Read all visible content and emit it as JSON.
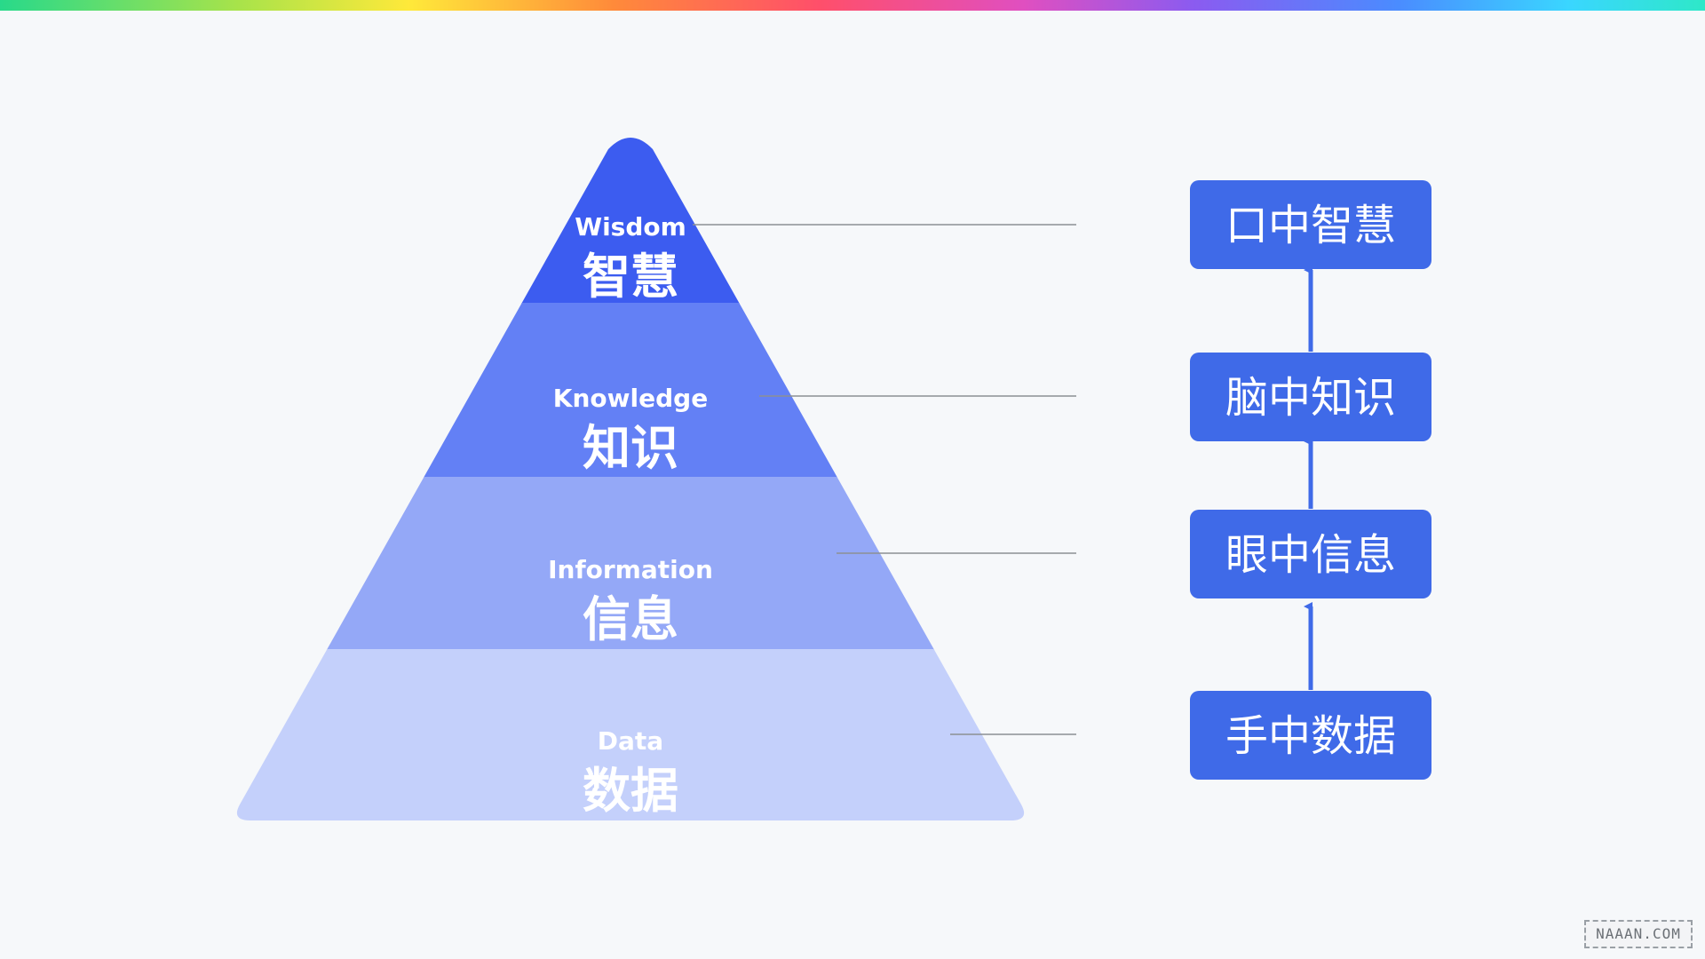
{
  "colors": {
    "background": "#f6f8fa",
    "layer_wisdom": "#3c5cf0",
    "layer_knowledge": "#6380f5",
    "layer_information": "#94a8f7",
    "layer_data": "#c4d0fb",
    "box": "#3f6ae8",
    "arrow": "#3f6ae8",
    "leader_line": "#8c8f93"
  },
  "pyramid": {
    "layers": [
      {
        "en": "Wisdom",
        "zh": "智慧"
      },
      {
        "en": "Knowledge",
        "zh": "知识"
      },
      {
        "en": "Information",
        "zh": "信息"
      },
      {
        "en": "Data",
        "zh": "数据"
      }
    ]
  },
  "ladder": {
    "boxes": [
      {
        "label": "口中智慧"
      },
      {
        "label": "脑中知识"
      },
      {
        "label": "眼中信息"
      },
      {
        "label": "手中数据"
      }
    ]
  },
  "watermark": {
    "text": "NAAAN.COM"
  }
}
